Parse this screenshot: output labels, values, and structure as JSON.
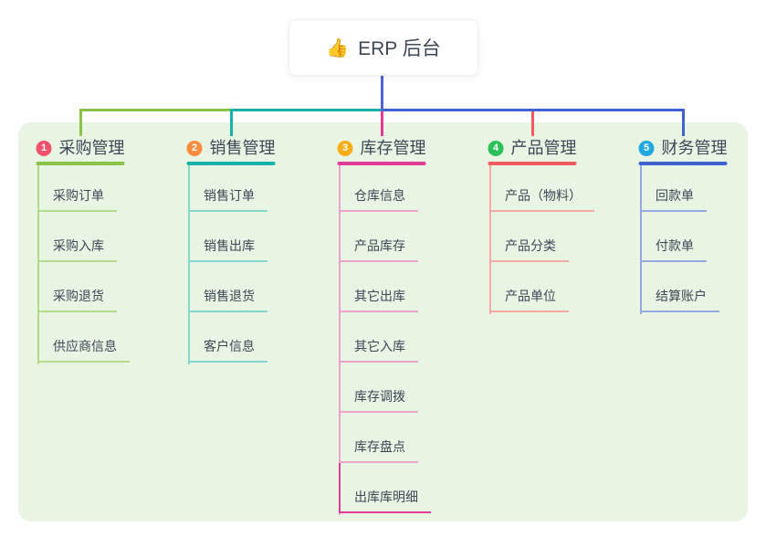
{
  "root": {
    "emoji": "👍",
    "label": "ERP 后台"
  },
  "colors": {
    "page_bg": "#ffffff",
    "panel_bg": "#e8f5e3",
    "text": "#3d4757",
    "root_line": "#5163d5",
    "card_bg": "#ffffff"
  },
  "branches": [
    {
      "badge": "1",
      "label": "采购管理",
      "badge_color": "#f4516c",
      "line_strong": "#8bc34a",
      "line_light": "#b5db8d",
      "children": [
        "采购订单",
        "采购入库",
        "采购退货",
        "供应商信息"
      ]
    },
    {
      "badge": "2",
      "label": "销售管理",
      "badge_color": "#fb8c3d",
      "line_strong": "#17b3a8",
      "line_light": "#86d7d0",
      "children": [
        "销售订单",
        "销售出库",
        "销售退货",
        "客户信息"
      ]
    },
    {
      "badge": "3",
      "label": "库存管理",
      "badge_color": "#f7ae16",
      "line_strong": "#e23a97",
      "line_light": "#f0a2ce",
      "last_child_strong": true,
      "children": [
        "仓库信息",
        "产品库存",
        "其它出库",
        "其它入库",
        "库存调拨",
        "库存盘点",
        "出库库明细"
      ]
    },
    {
      "badge": "4",
      "label": "产品管理",
      "badge_color": "#2cc058",
      "line_strong": "#f4595d",
      "line_light": "#f8a9a6",
      "children": [
        "产品（物料）",
        "产品分类",
        "产品单位"
      ]
    },
    {
      "badge": "5",
      "label": "财务管理",
      "badge_color": "#1fa8e3",
      "line_strong": "#3e61d2",
      "line_light": "#93a9e2",
      "children": [
        "回款单",
        "付款单",
        "结算账户"
      ]
    }
  ]
}
